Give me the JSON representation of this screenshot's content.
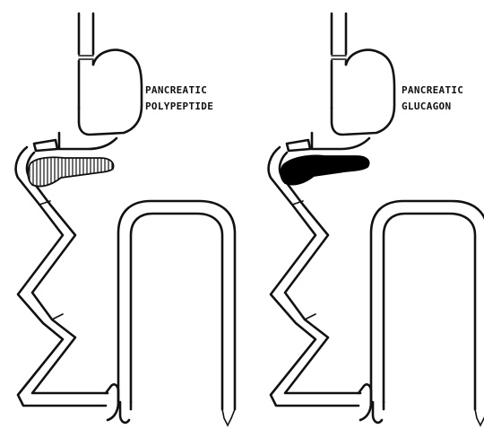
{
  "panels": [
    {
      "id": "left",
      "label_lines": [
        "PANCREATIC",
        "POLYPEPTIDE"
      ],
      "pancreas_fill": "hatched",
      "pancreas_color": "#111111"
    },
    {
      "id": "right",
      "label_lines": [
        "PANCREATIC",
        "GLUCAGON"
      ],
      "pancreas_fill": "solid",
      "pancreas_color": "#000000"
    }
  ]
}
